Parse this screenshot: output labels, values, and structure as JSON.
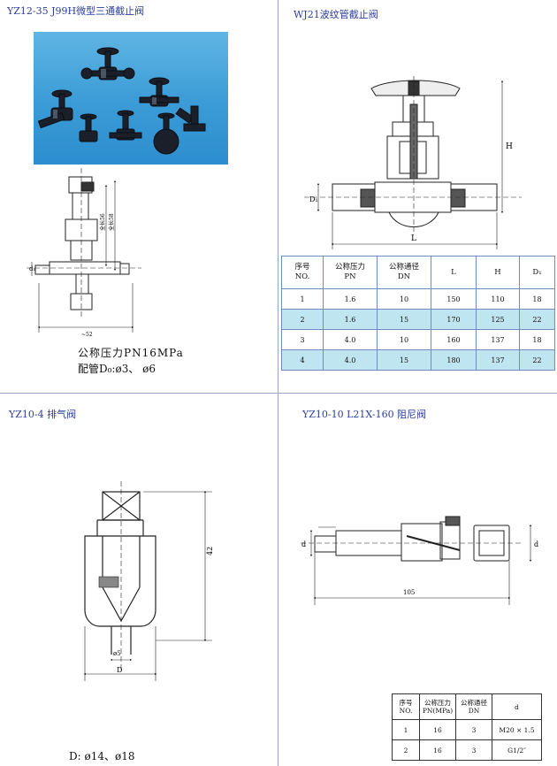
{
  "sections": {
    "top_left_title": "YZ12-35 J99H微型三通截止阀",
    "top_right_title": "WJ21波纹管截止阀",
    "bottom_left_title": "YZ10-4 排气阀",
    "bottom_right_title": "YZ10-10 L21X-160 阻尼阀"
  },
  "top_left": {
    "pressure_note": "公称压力PN16MPa",
    "pipe_note": "配管D₀:ø3、 ø6",
    "dim_labels": {
      "d1": "d₁",
      "d2": "全长56",
      "d3": "全长58",
      "width": "~52"
    }
  },
  "top_right": {
    "dim_labels": {
      "h": "H",
      "d1": "D₁",
      "l": "L"
    },
    "table": {
      "headers": [
        "序号\nNO.",
        "公称压力\nPN",
        "公称通径\nDN",
        "L",
        "H",
        "D₁"
      ],
      "rows": [
        [
          "1",
          "1.6",
          "10",
          "150",
          "110",
          "18"
        ],
        [
          "2",
          "1.6",
          "15",
          "170",
          "125",
          "22"
        ],
        [
          "3",
          "4.0",
          "10",
          "160",
          "137",
          "18"
        ],
        [
          "4",
          "4.0",
          "15",
          "180",
          "137",
          "22"
        ]
      ]
    }
  },
  "bottom_left": {
    "dim_labels": {
      "height": "42",
      "inner": "ø5",
      "outer": "D"
    },
    "d_note": "D: ø14、ø18"
  },
  "bottom_right": {
    "dim_labels": {
      "d_left": "d",
      "d_right": "d",
      "length": "105"
    },
    "table": {
      "headers": [
        "序号\nNO.",
        "公称压力\nPN(MPa)",
        "公称通径\nDN",
        "d"
      ],
      "rows": [
        [
          "1",
          "16",
          "3",
          "M20 × 1.5"
        ],
        [
          "2",
          "16",
          "3",
          "G1/2″"
        ]
      ]
    }
  }
}
